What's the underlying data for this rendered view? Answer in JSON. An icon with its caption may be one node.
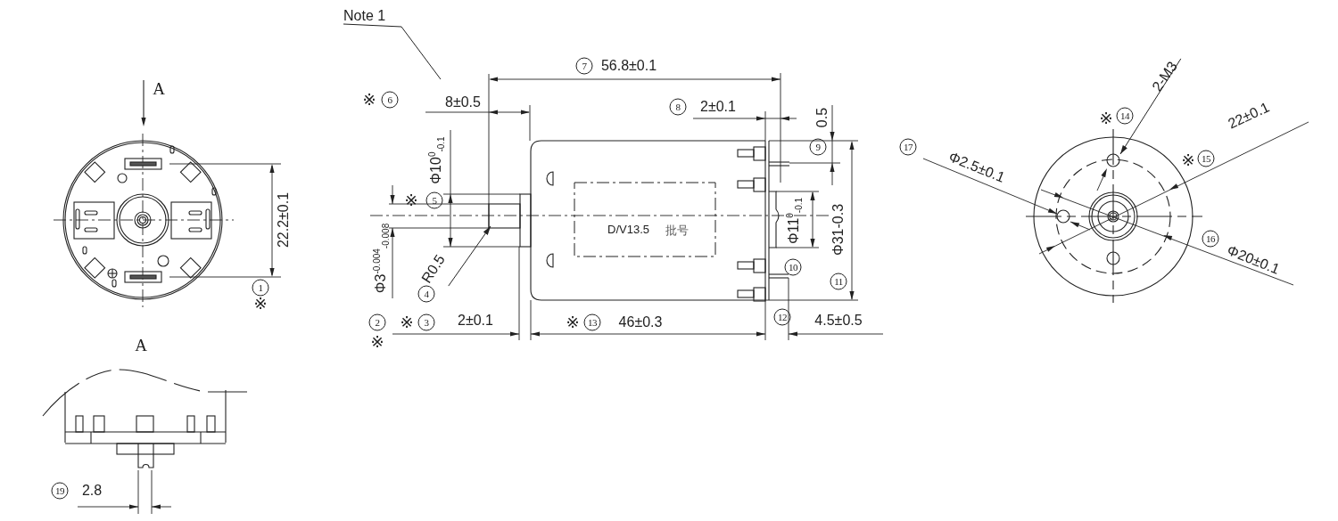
{
  "diagram": {
    "nodes": [
      {
        "text": [
          "Note 1"
        ]
      },
      {
        "text": [
          "R0.5"
        ]
      },
      {
        "text": [
          "2-M3"
        ]
      },
      {
        "text": [
          "D/V13.5",
          "批号"
        ]
      }
    ],
    "edges": [
      {
        "from": 0,
        "to": null,
        "arrow": "none"
      },
      {
        "from": 1,
        "to": null,
        "arrow": "to"
      },
      {
        "from": 2,
        "to": null,
        "arrow": "to"
      }
    ],
    "labels": [
      "A",
      "22.2±0.1",
      "1",
      "※",
      "※",
      "6",
      "8±0.5",
      "7",
      "56.8±0.1",
      "8",
      "2±0.1",
      "0.5",
      "Φ10$^{0}$$_{-0.1}$",
      "9",
      "※",
      "5",
      "Φ11$^{0}$$_{-0.1}$",
      "Φ31-0.3",
      "Φ3$^{-0.004}$$_{-0.008}$",
      "10",
      "11",
      "4",
      "2",
      "※",
      "3",
      "2±0.1",
      "※",
      "13",
      "46±0.3",
      "12",
      "4.5±0.5",
      "※",
      "A",
      "19",
      "2.8",
      "※",
      "14",
      "17",
      "※",
      "15",
      "Φ2.5±0.1",
      "22±0.1",
      "16",
      "Φ20±0.1"
    ]
  }
}
